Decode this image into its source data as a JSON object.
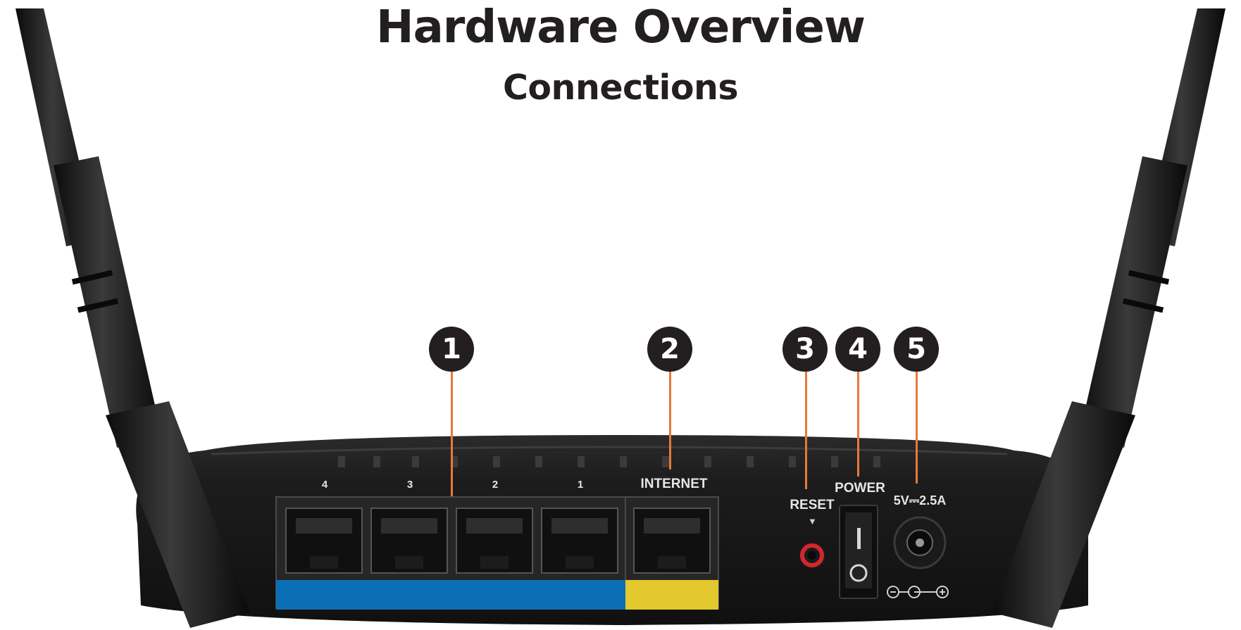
{
  "title": "Hardware Overview",
  "subtitle": "Connections",
  "callouts": [
    "1",
    "2",
    "3",
    "4",
    "5"
  ],
  "ports": {
    "lan_numbers": [
      "4",
      "3",
      "2",
      "1"
    ],
    "internet_label": "INTERNET",
    "reset_label": "RESET",
    "power_label": "POWER",
    "power_rating": "5V⎓2.5A"
  },
  "colors": {
    "leader": "#e8793a",
    "lan_strip": "#0b6fb6",
    "internet_strip": "#e3c92d",
    "reset_ring": "#d3272e",
    "callout_bg": "#231f20"
  }
}
